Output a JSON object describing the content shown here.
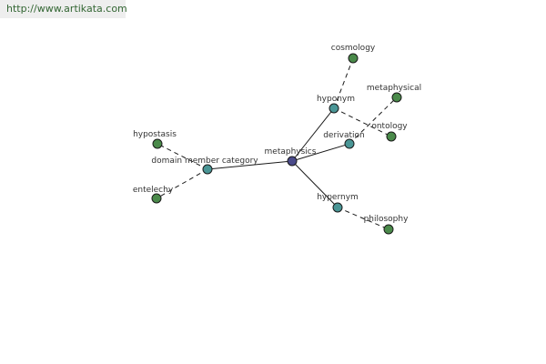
{
  "watermark": "http://www.artikata.com",
  "graph": {
    "nodes": [
      {
        "id": "metaphysics",
        "label": "metaphysics",
        "role": "center"
      },
      {
        "id": "domain",
        "label": "domain member category",
        "role": "relation"
      },
      {
        "id": "hyponym",
        "label": "hyponym",
        "role": "relation"
      },
      {
        "id": "derivation",
        "label": "derivation",
        "role": "relation"
      },
      {
        "id": "hypernym",
        "label": "hypernym",
        "role": "relation"
      },
      {
        "id": "hypostasis",
        "label": "hypostasis",
        "role": "term"
      },
      {
        "id": "entelechy",
        "label": "entelechy",
        "role": "term"
      },
      {
        "id": "cosmology",
        "label": "cosmology",
        "role": "term"
      },
      {
        "id": "ontology",
        "label": "ontology",
        "role": "term"
      },
      {
        "id": "metaphysical",
        "label": "metaphysical",
        "role": "term"
      },
      {
        "id": "philosophy",
        "label": "philosophy",
        "role": "term"
      }
    ],
    "edges": [
      {
        "from": "metaphysics",
        "to": "domain",
        "style": "solid"
      },
      {
        "from": "metaphysics",
        "to": "hyponym",
        "style": "solid"
      },
      {
        "from": "metaphysics",
        "to": "derivation",
        "style": "solid"
      },
      {
        "from": "metaphysics",
        "to": "hypernym",
        "style": "solid"
      },
      {
        "from": "domain",
        "to": "hypostasis",
        "style": "dashed"
      },
      {
        "from": "domain",
        "to": "entelechy",
        "style": "dashed"
      },
      {
        "from": "hyponym",
        "to": "cosmology",
        "style": "dashed"
      },
      {
        "from": "hyponym",
        "to": "ontology",
        "style": "dashed"
      },
      {
        "from": "derivation",
        "to": "metaphysical",
        "style": "dashed"
      },
      {
        "from": "hypernym",
        "to": "philosophy",
        "style": "dashed"
      }
    ]
  },
  "colors": {
    "center": "#4a4a8a",
    "relation": "#4a9696",
    "term": "#4a8a4a",
    "node_stroke": "#1a1a1a",
    "edge": "#1a1a1a"
  }
}
